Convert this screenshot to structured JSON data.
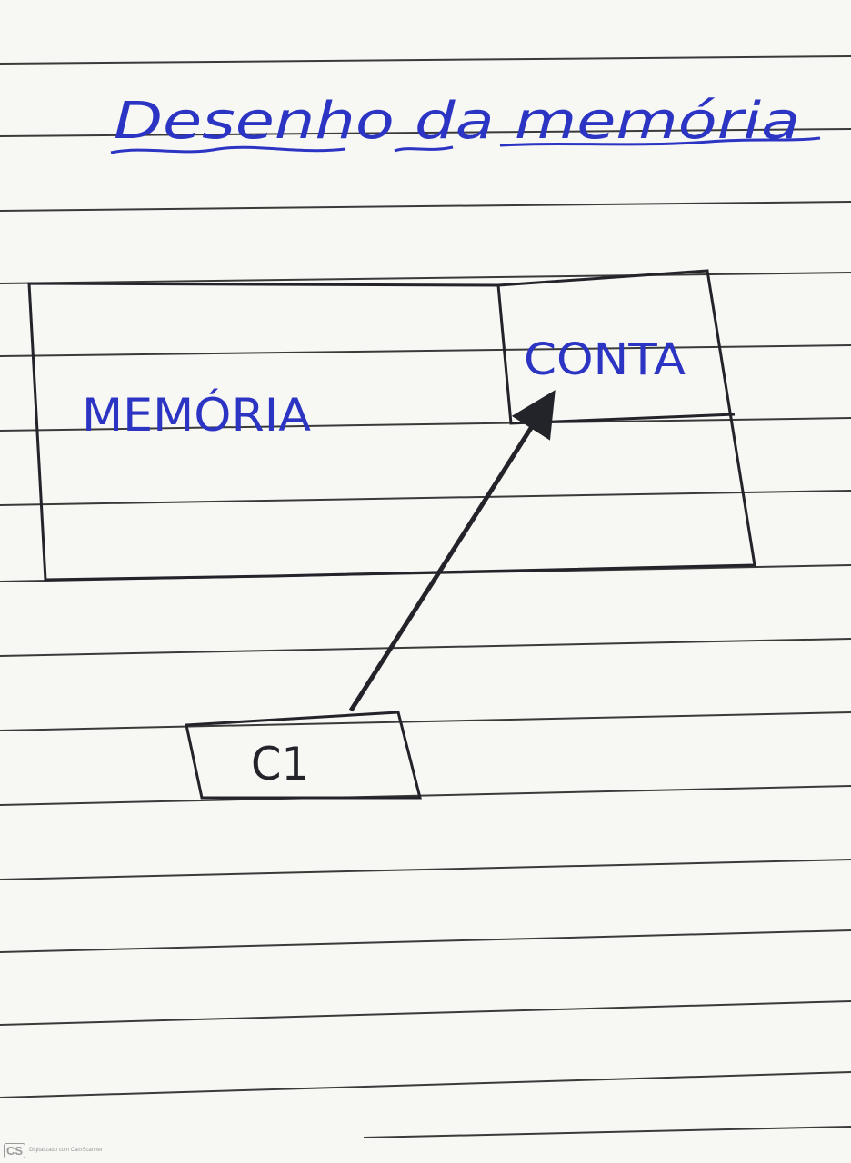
{
  "title": "Desenho da memória",
  "memory_box": {
    "label": "MEMÓRIA"
  },
  "object_box": {
    "label": "CONTA"
  },
  "variable_box": {
    "label": "C1"
  },
  "arrow": {
    "from": "C1",
    "to": "CONTA"
  },
  "colors": {
    "ink_blue": "#2c34c4",
    "ink_dark": "#23232a",
    "paper": "#f7f7f4",
    "rule_line": "#3a3a3a"
  },
  "scanner": {
    "logo": "CS",
    "text": "Digitalizado com CamScanner"
  }
}
